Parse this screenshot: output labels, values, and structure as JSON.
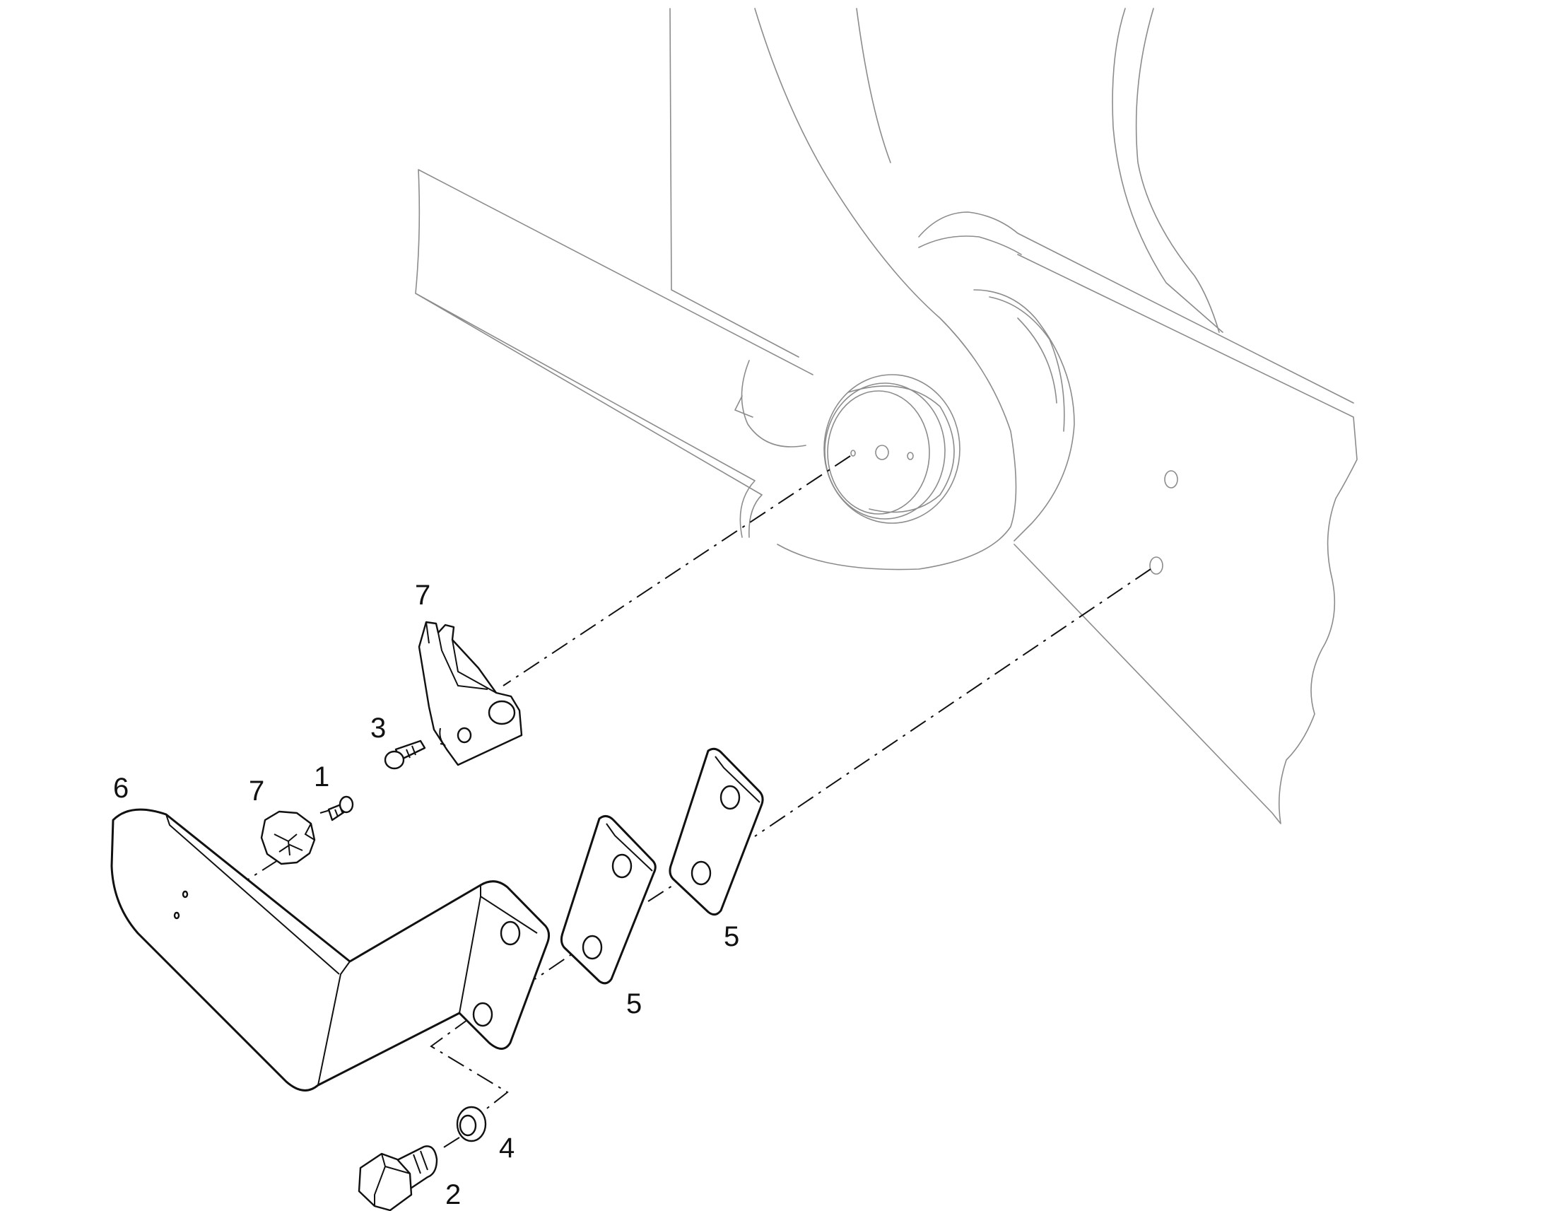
{
  "callouts": [
    {
      "id": "c7a",
      "label": "7"
    },
    {
      "id": "c3",
      "label": "3"
    },
    {
      "id": "c6",
      "label": "6"
    },
    {
      "id": "c7b",
      "label": "7"
    },
    {
      "id": "c1",
      "label": "1"
    },
    {
      "id": "c5a",
      "label": "5"
    },
    {
      "id": "c5b",
      "label": "5"
    },
    {
      "id": "c4",
      "label": "4"
    },
    {
      "id": "c2",
      "label": "2"
    }
  ],
  "colors": {
    "line": "#111111",
    "ghost": "#8c8c8c",
    "background": "#ffffff"
  }
}
